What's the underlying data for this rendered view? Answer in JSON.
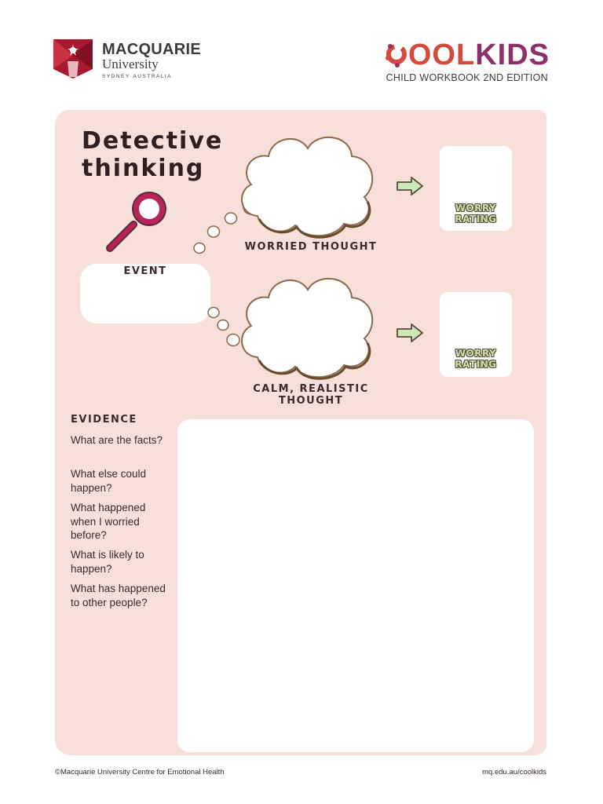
{
  "header": {
    "mq_name": "MACQUARIE",
    "mq_university": "University",
    "mq_location": "SYDNEY·AUSTRALIA",
    "ck_title_cool": "OOL",
    "ck_title_kids": "KIDS",
    "ck_subtitle": "CHILD WORKBOOK 2ND EDITION"
  },
  "worksheet": {
    "title_line1": "Detective",
    "title_line2": "thinking",
    "event_label": "EVENT",
    "worried_thought_label": "WORRIED THOUGHT",
    "calm_thought_label_line1": "CALM, REALISTIC",
    "calm_thought_label_line2": "THOUGHT",
    "rating_label_line1": "WORRY",
    "rating_label_line2": "RATING",
    "evidence_title": "EVIDENCE",
    "questions": [
      "What are the facts?",
      "What else could happen?",
      "What happened when I worried before?",
      "What is likely to happen?",
      "What has happened to other people?"
    ]
  },
  "footer": {
    "copyright": "©Macquarie University Centre for Emotional Health",
    "url": "mq.edu.au/coolkids"
  },
  "colors": {
    "panel": "#f7e0da",
    "mq_red": "#a6192e",
    "cool_red": "#d44a3c",
    "kids_purple": "#8e2f6a",
    "magnifier": "#b8245a",
    "arrow_green": "#cfe8b8",
    "rating_green": "#c9e0a6"
  }
}
